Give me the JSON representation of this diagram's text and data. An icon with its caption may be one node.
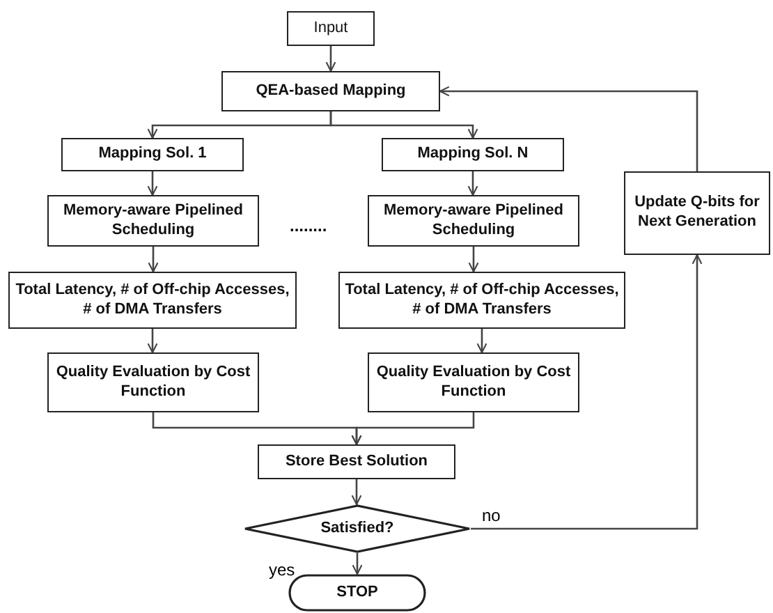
{
  "diagram": {
    "nodes": [
      {
        "text": [
          "Input"
        ]
      },
      {
        "text": [
          "QEA-based Mapping"
        ]
      },
      {
        "text": [
          "Mapping Sol. 1"
        ]
      },
      {
        "text": [
          "Mapping Sol. N"
        ]
      },
      {
        "text": [
          "Update Q-bits for Next Generation"
        ]
      },
      {
        "text": [
          "Memory-aware Pipelined Scheduling"
        ]
      },
      {
        "text": [
          "Memory-aware Pipelined Scheduling"
        ]
      },
      {
        "text": [
          "Total Latency, # of Off-chip Accesses, # of DMA Transfers"
        ]
      },
      {
        "text": [
          "Total Latency, # of Off-chip Accesses, # of DMA Transfers"
        ]
      },
      {
        "text": [
          "Quality Evaluation by Cost Function"
        ]
      },
      {
        "text": [
          "Quality Evaluation by Cost Function"
        ]
      },
      {
        "text": [
          "Store Best Solution"
        ]
      },
      {
        "text": [
          "Satisfied?"
        ]
      },
      {
        "text": [
          "STOP"
        ]
      }
    ],
    "edges": [
      {
        "from": 0,
        "to": 1,
        "arrow": "to"
      },
      {
        "from": 1,
        "to": 2,
        "arrow": "to"
      },
      {
        "from": 1,
        "to": 3,
        "arrow": "to"
      },
      {
        "from": 2,
        "to": 5,
        "arrow": "to"
      },
      {
        "from": 3,
        "to": 6,
        "arrow": "to"
      },
      {
        "from": 5,
        "to": 7,
        "arrow": "to"
      },
      {
        "from": 6,
        "to": 8,
        "arrow": "to"
      },
      {
        "from": 7,
        "to": 9,
        "arrow": "to"
      },
      {
        "from": 8,
        "to": 10,
        "arrow": "to"
      },
      {
        "from": 9,
        "to": 11,
        "arrow": "to"
      },
      {
        "from": 10,
        "to": 11,
        "arrow": "to"
      },
      {
        "from": 11,
        "to": 12,
        "arrow": "to"
      },
      {
        "from": 12,
        "to": 13,
        "label": "yes",
        "arrow": "to"
      },
      {
        "from": 12,
        "to": 4,
        "label": "no",
        "arrow": "to"
      },
      {
        "from": 4,
        "to": 1,
        "arrow": "to"
      }
    ],
    "labels": [
      "........"
    ]
  }
}
